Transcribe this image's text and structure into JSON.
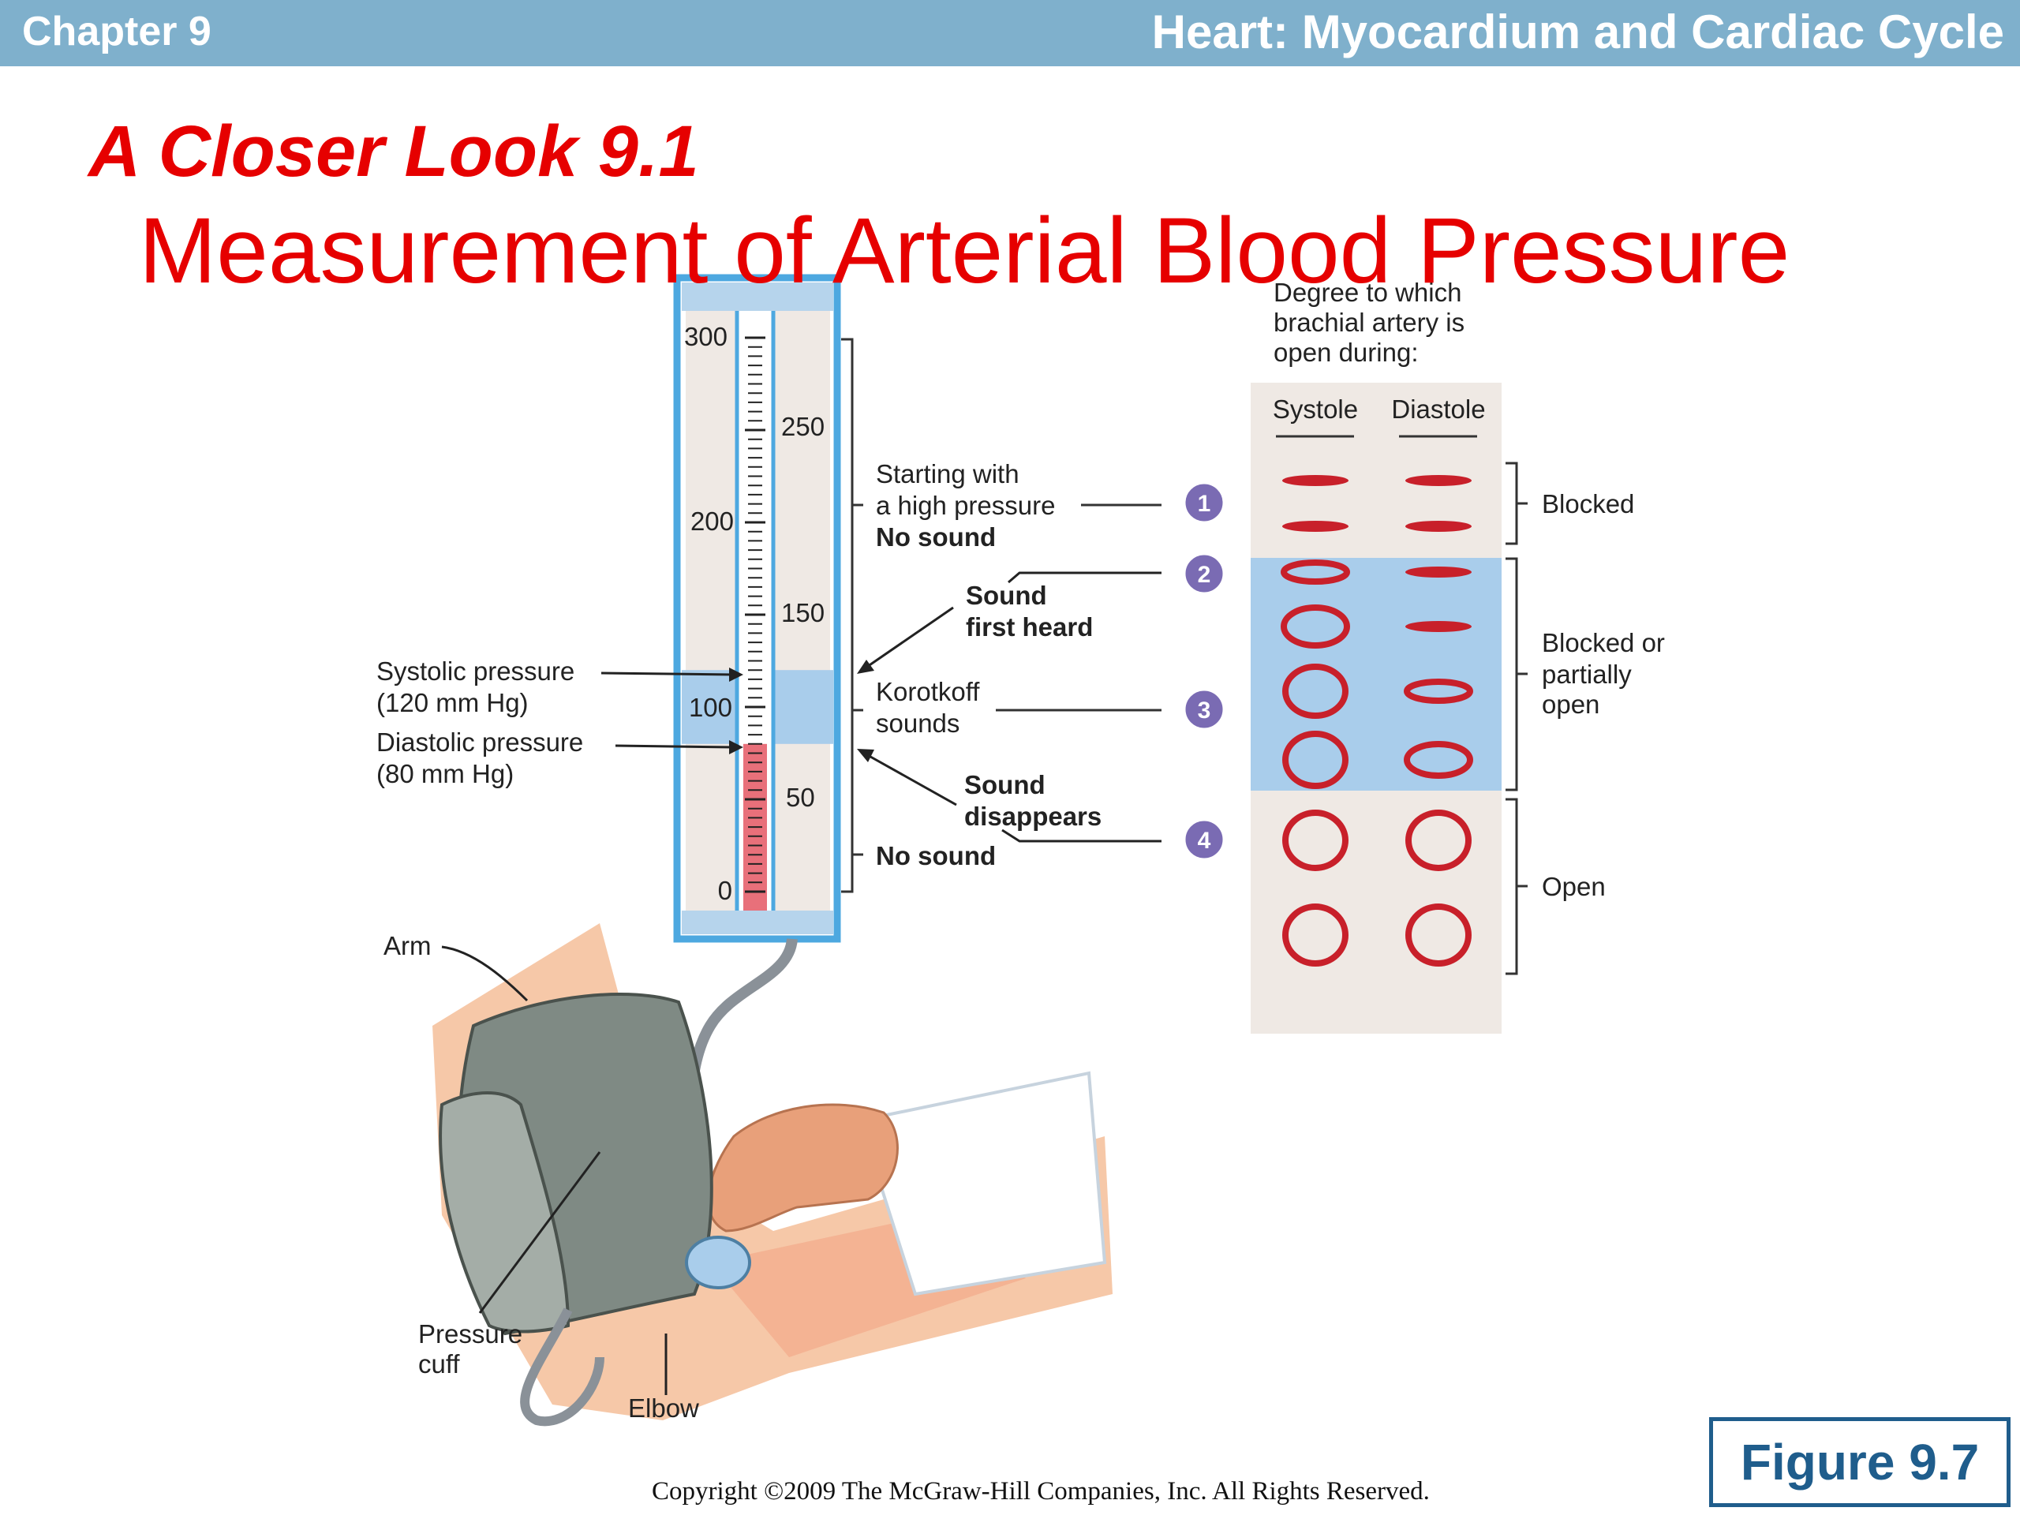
{
  "header": {
    "chapter": "Chapter 9",
    "heading": "Heart: Myocardium and Cardiac Cycle"
  },
  "slide": {
    "closer_look": "A Closer Look 9.1",
    "title": "Measurement of Arterial Blood Pressure"
  },
  "figure": {
    "gauge": {
      "ticks_left": [
        "300",
        "200",
        "100",
        "0"
      ],
      "ticks_right": [
        "250",
        "150",
        "50"
      ],
      "max_mmHg": 300,
      "mercury_level_mmHg": 80,
      "korotkoff_band_mmHg": [
        80,
        120
      ]
    },
    "left_labels": {
      "systolic_line1": "Systolic pressure",
      "systolic_line2": "(120 mm Hg)",
      "diastolic_line1": "Diastolic pressure",
      "diastolic_line2": "(80 mm Hg)",
      "arm": "Arm",
      "cuff_line1": "Pressure",
      "cuff_line2": "cuff",
      "elbow": "Elbow"
    },
    "middle_labels": {
      "start_line1": "Starting with",
      "start_line2": "a high pressure",
      "no_sound_top": "No sound",
      "first_line1": "Sound",
      "first_line2": "first heard",
      "korotkoff_line1": "Korotkoff",
      "korotkoff_line2": "sounds",
      "dis_line1": "Sound",
      "dis_line2": "disappears",
      "no_sound_bottom": "No sound"
    },
    "steps": [
      "1",
      "2",
      "3",
      "4"
    ],
    "artery_panel": {
      "caption_line1": "Degree to which",
      "caption_line2": "brachial artery is",
      "caption_line3": "open during:",
      "col_systole": "Systole",
      "col_diastole": "Diastole",
      "group_blocked": "Blocked",
      "group_partial_line1": "Blocked or",
      "group_partial_line2": "partially",
      "group_partial_line3": "open",
      "group_open": "Open"
    }
  },
  "colors": {
    "header_bar": "#7fb0cc",
    "title_red": "#e60000",
    "band_blue": "#a9cdeb",
    "artery_red": "#c8202a",
    "step_purple": "#7a6bb3"
  },
  "copyright": "Copyright ©2009 The McGraw-Hill Companies, Inc. All Rights Reserved.",
  "figure_label": "Figure 9.7"
}
